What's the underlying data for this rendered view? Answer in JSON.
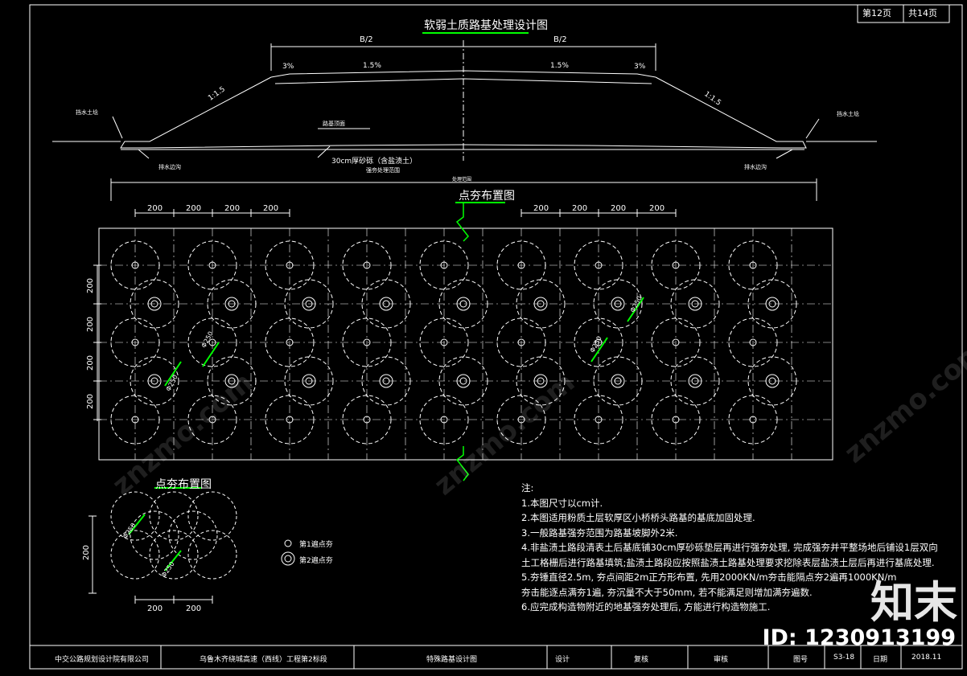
{
  "header": {
    "page_label": "第12页",
    "total_label": "共14页"
  },
  "section_title": "软弱土质路基处理设计图",
  "cross_section": {
    "half_width_left": "B/2",
    "half_width_right": "B/2",
    "slope_left_pct": "3%",
    "slope_mid_left_pct": "1.5%",
    "slope_mid_right_pct": "1.5%",
    "slope_right_pct": "3%",
    "slope_ratio_left": "1:1.5",
    "slope_ratio_right": "1:1.5",
    "label_retaining_left": "挡水土埝",
    "label_retaining_right": "挡水土埝",
    "label_subgrade_top": "路基顶面",
    "label_cushion": "30cm厚砂砾（含盐渍土）",
    "label_treatment": "强夯处理范围",
    "label_drain_left": "排水边沟",
    "label_drain_right": "排水边沟",
    "label_extent": "处理范围"
  },
  "ram_layout": {
    "title": "点夯布置图",
    "spacing_top_left": [
      "200",
      "200",
      "200",
      "200"
    ],
    "spacing_top_right": [
      "200",
      "200",
      "200",
      "200"
    ],
    "spacing_side": [
      "200",
      "200",
      "200",
      "200"
    ],
    "diameter_label": "Φ250"
  },
  "detail": {
    "title": "点夯布置图",
    "side_label": "200",
    "bottom_labels": [
      "200",
      "200"
    ],
    "diameter_label": "Φ250",
    "legend_first": "第1遍点夯",
    "legend_second": "第2遍点夯"
  },
  "notes": {
    "heading": "注:",
    "items": [
      "1.本图尺寸以cm计.",
      "2.本图适用粉质土层软厚区小桥桥头路基的基底加固处理.",
      "3.一般路基强夯范围为路基坡脚外2米.",
      "4.非盐渍土路段清表土后基底铺30cm厚砂砾垫层再进行强夯处理, 完成强夯并平整场地后铺设1层双向",
      "土工格栅后进行路基填筑;盐渍土路段应按照盐渍土路基处理要求挖除表层盐渍土层后再进行基底处理.",
      "5.夯锤直径2.5m, 夯点间距2m正方形布置, 先用2000KN/m夯击能隔点夯2遍再1000KN/m",
      "夯击能逐点满夯1遍, 夯沉量不大于50mm, 若不能满足则增加满夯遍数.",
      "6.应完成构造物附近的地基强夯处理后, 方能进行构造物施工."
    ]
  },
  "title_block": {
    "company": "中交公路规划设计院有限公司",
    "project": "乌鲁木齐绕城高速（西线）工程第2标段",
    "drawing": "特殊路基设计图",
    "design": "设计",
    "review": "复核",
    "approve": "审核",
    "drawing_no_label": "图号",
    "drawing_no": "S3-18",
    "date_label": "日期",
    "date": "2018.11"
  },
  "watermark": {
    "brand": "知末",
    "id": "ID: 1230913199",
    "text": "znzmo.com"
  },
  "colors": {
    "background": "#000000",
    "line": "#ffffff",
    "accent": "#00ff00"
  }
}
